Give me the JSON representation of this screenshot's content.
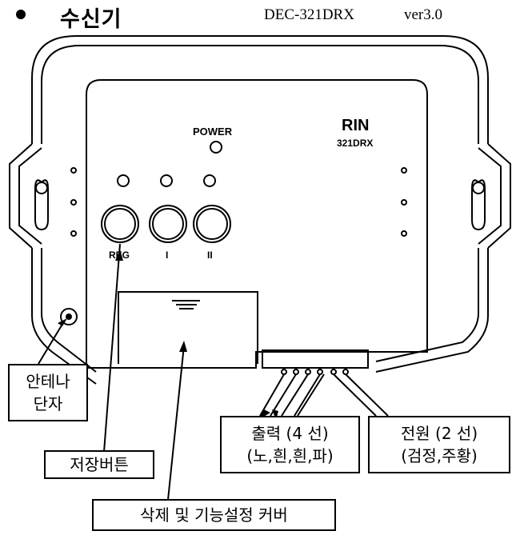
{
  "header": {
    "title": "수신기",
    "model": "DEC-321DRX",
    "version": "ver3.0"
  },
  "device": {
    "brand": "RIN",
    "model_label": "321DRX",
    "power_label": "POWER",
    "buttons": [
      {
        "label": "REG"
      },
      {
        "label": "I"
      },
      {
        "label": "II"
      }
    ]
  },
  "callouts": {
    "antenna_line1": "안테나",
    "antenna_line2": "단자",
    "save_button": "저장버튼",
    "output_line1": "출력 (4 선)",
    "output_line2": "(노,흰,흰,파)",
    "power_line1": "전원 (2 선)",
    "power_line2": "(검정,주황)",
    "cover": "삭제 및 기능설정 커버"
  }
}
